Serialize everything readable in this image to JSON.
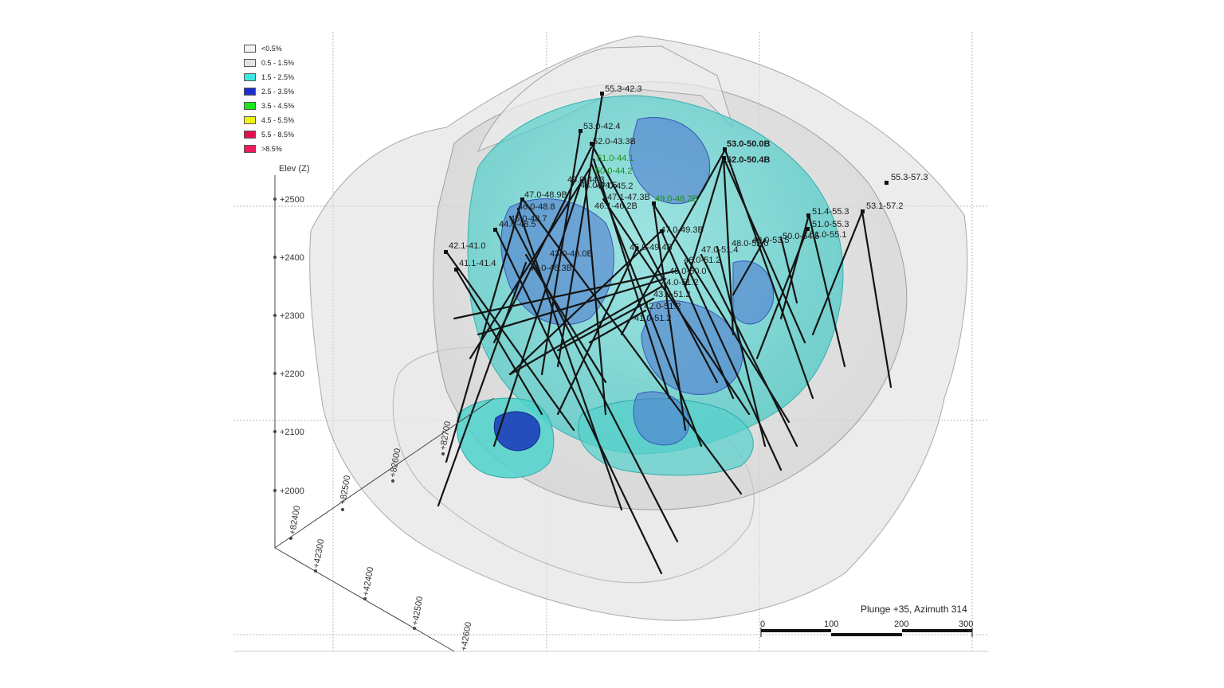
{
  "legend": {
    "items": [
      {
        "label": "<0.5%",
        "color": "#f4f2f2"
      },
      {
        "label": "0.5 - 1.5%",
        "color": "#e3e3e3"
      },
      {
        "label": "1.5 - 2.5%",
        "color": "#3ee8e2"
      },
      {
        "label": "2.5 - 3.5%",
        "color": "#1c2fcc"
      },
      {
        "label": "3.5 - 4.5%",
        "color": "#1ee61e"
      },
      {
        "label": "4.5 - 5.5%",
        "color": "#f2f21a"
      },
      {
        "label": "5.5 - 8.5%",
        "color": "#e0104e"
      },
      {
        "label": ">8.5%",
        "color": "#ee1a5e"
      }
    ]
  },
  "axes": {
    "elev_title": "Elev (Z)",
    "elev_ticks": [
      "+2500",
      "+2400",
      "+2300",
      "+2200",
      "+2100",
      "+2000"
    ],
    "north_ticks": [
      "+82400",
      "+82500",
      "+82600",
      "+82700"
    ],
    "east_ticks": [
      "+42300",
      "+42400",
      "+42500",
      "+42600"
    ]
  },
  "view": {
    "label": "Plunge +35, Azimuth 314"
  },
  "scale_bar": {
    "ticks": [
      "0",
      "100",
      "200",
      "300"
    ]
  },
  "drill_labels": [
    "55.3-42.3",
    "53.0-42.4",
    "52.0-43.3B",
    "51.0-44.1",
    "50.0-44.2",
    "49.0-44.3",
    "48.0-44.5",
    "47.0-45.2",
    "46.1-46.2B",
    "47.1-47.3B",
    "49.0-48.2B",
    "47.0-48.9B",
    "46.0-48.8",
    "45.0-48.7",
    "44.0-48.5",
    "42.1-41.0",
    "41.1-41.4",
    "43.0-46.0B",
    "44.0-46.3B",
    "47.0-49.3B",
    "45.0-49.4B",
    "47.0-51.4",
    "46.0-51.2",
    "45.0-50.0",
    "44.0-51.2",
    "43.0-51.2",
    "42.0-51.2",
    "41.0-51.2",
    "53.0-50.0B",
    "52.0-50.4B",
    "48.0-52.0",
    "49.0-53.5",
    "50.0-54.5",
    "51.0-55.1",
    "51.4-55.3",
    "51.0-55.3",
    "53.1-57.2",
    "55.3-57.3"
  ]
}
